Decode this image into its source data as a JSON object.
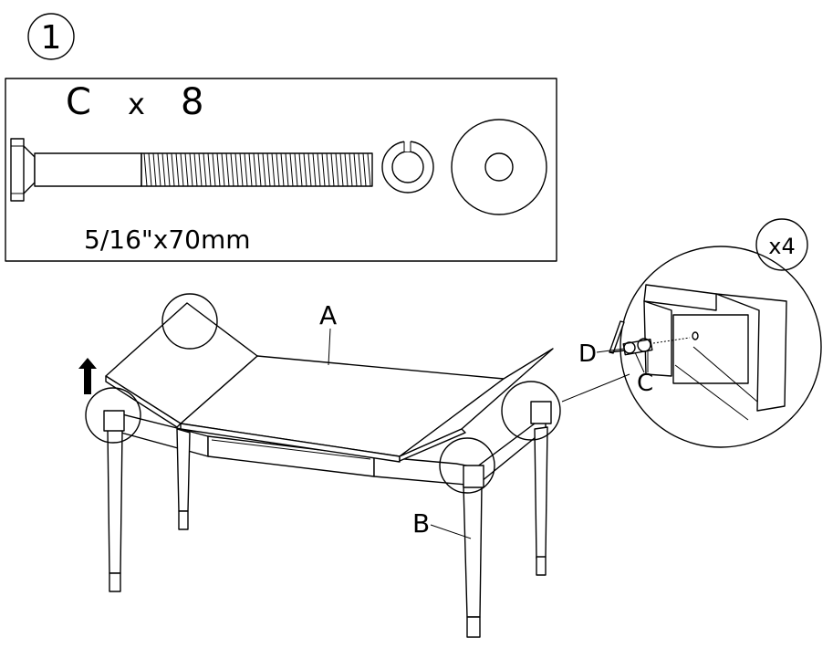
{
  "step": {
    "number": "1"
  },
  "hardware": {
    "part_label": "C",
    "multiplier": "x",
    "quantity": "8",
    "size": "5/16\"x70mm"
  },
  "detail": {
    "count": "x4"
  },
  "labels": {
    "top": "A",
    "leg": "B",
    "bolt": "C",
    "key": "D"
  }
}
